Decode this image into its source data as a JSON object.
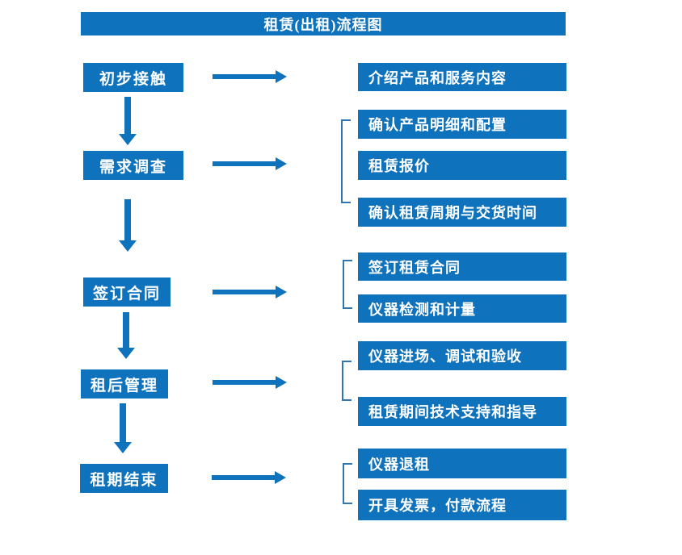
{
  "header": {
    "title": "租赁(出租)流程图"
  },
  "colors": {
    "primary_blue": "#0F72BD",
    "bracket_blue": "#2E75B6",
    "text_white": "#FFFFFF",
    "background_white": "#FFFFFF"
  },
  "steps": [
    {
      "label": "初步接触",
      "details": [
        "介绍产品和服务内容"
      ]
    },
    {
      "label": "需求调查",
      "details": [
        "确认产品明细和配置",
        "租赁报价",
        "确认租赁周期与交货时间"
      ]
    },
    {
      "label": "签订合同",
      "details": [
        "签订租赁合同",
        "仪器检测和计量"
      ]
    },
    {
      "label": "租后管理",
      "details": [
        "仪器进场、调试和验收",
        "租赁期间技术支持和指导"
      ]
    },
    {
      "label": "租期结束",
      "details": [
        "仪器退租",
        "开具发票，付款流程"
      ]
    }
  ]
}
